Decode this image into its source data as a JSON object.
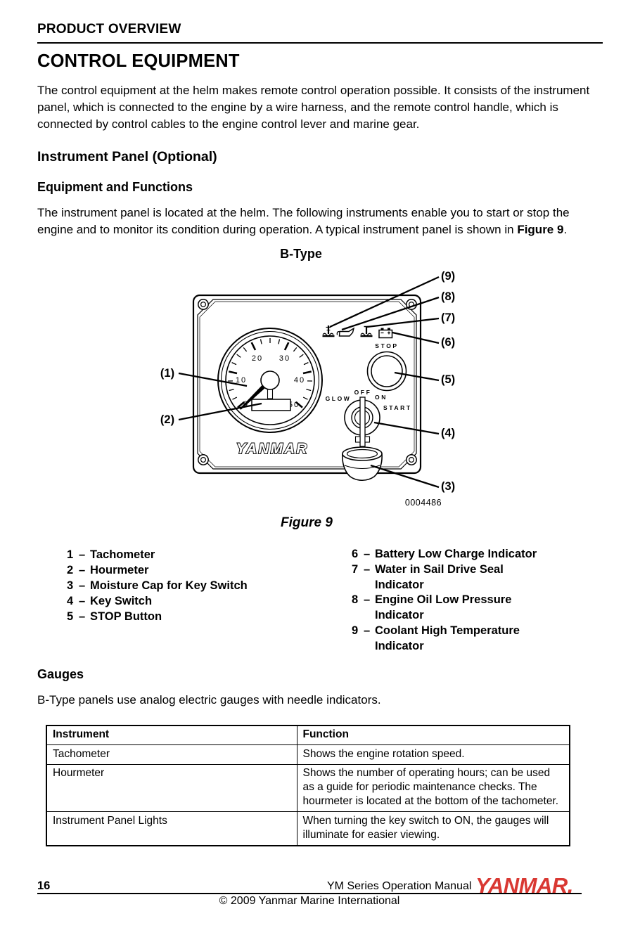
{
  "header": {
    "section_title": "PRODUCT OVERVIEW"
  },
  "title": "CONTROL EQUIPMENT",
  "intro": "The control equipment at the helm makes remote control operation possible. It consists of the instrument panel, which is connected to the engine by a wire harness, and the remote control handle, which is connected by control cables to the engine control lever and marine gear.",
  "instrument_panel": {
    "heading": "Instrument Panel (Optional)",
    "subheading": "Equipment and Functions",
    "body_before": "The instrument panel is located at the helm. The following instruments enable you to start or stop the engine and to monitor its condition during operation. A typical instrument panel is shown in ",
    "body_bold": "Figure 9",
    "body_after": "."
  },
  "figure": {
    "panel_type": "B-Type",
    "caption": "Figure 9",
    "figure_number": "0004486",
    "panel_logo": "YANMAR",
    "callouts": [
      "(1)",
      "(2)",
      "(3)",
      "(4)",
      "(5)",
      "(6)",
      "(7)",
      "(8)",
      "(9)"
    ],
    "gauge_numbers": [
      "0",
      "10",
      "20",
      "30",
      "40",
      "50"
    ],
    "switch_labels": {
      "stop": "STOP",
      "glow": "GLOW",
      "off": "OFF",
      "on": "ON",
      "start": "START"
    },
    "indicator_icons": [
      "coolant-high-temperature-icon",
      "engine-oil-low-pressure-icon",
      "water-in-sail-drive-seal-icon",
      "battery-low-charge-icon"
    ]
  },
  "legend": {
    "dash": "–",
    "left": [
      {
        "num": "1",
        "lines": [
          "Tachometer"
        ]
      },
      {
        "num": "2",
        "lines": [
          "Hourmeter"
        ]
      },
      {
        "num": "3",
        "lines": [
          "Moisture Cap for Key Switch"
        ]
      },
      {
        "num": "4",
        "lines": [
          "Key Switch"
        ]
      },
      {
        "num": "5",
        "lines": [
          "STOP Button"
        ]
      }
    ],
    "right": [
      {
        "num": "6",
        "lines": [
          "Battery Low Charge Indicator"
        ]
      },
      {
        "num": "7",
        "lines": [
          "Water in Sail Drive Seal",
          "Indicator"
        ]
      },
      {
        "num": "8",
        "lines": [
          "Engine Oil Low Pressure",
          "Indicator"
        ]
      },
      {
        "num": "9",
        "lines": [
          "Coolant High Temperature",
          "Indicator"
        ]
      }
    ]
  },
  "gauges": {
    "heading": "Gauges",
    "body": "B-Type panels use analog electric gauges with needle indicators."
  },
  "table": {
    "headers": [
      "Instrument",
      "Function"
    ],
    "rows": [
      {
        "instrument": "Tachometer",
        "function": "Shows the engine rotation speed."
      },
      {
        "instrument": "Hourmeter",
        "function": "Shows the number of operating hours; can be used as a guide for periodic maintenance checks. The hourmeter is located at the bottom of the tachometer."
      },
      {
        "instrument": "Instrument Panel Lights",
        "function": "When turning the key switch to ON, the gauges will illuminate for easier viewing."
      }
    ]
  },
  "footer": {
    "page_number": "16",
    "manual_title": "YM Series Operation Manual",
    "brand_logo": "YANMAR.",
    "brand_color": "#d93832",
    "copyright": "© 2009 Yanmar Marine International"
  }
}
